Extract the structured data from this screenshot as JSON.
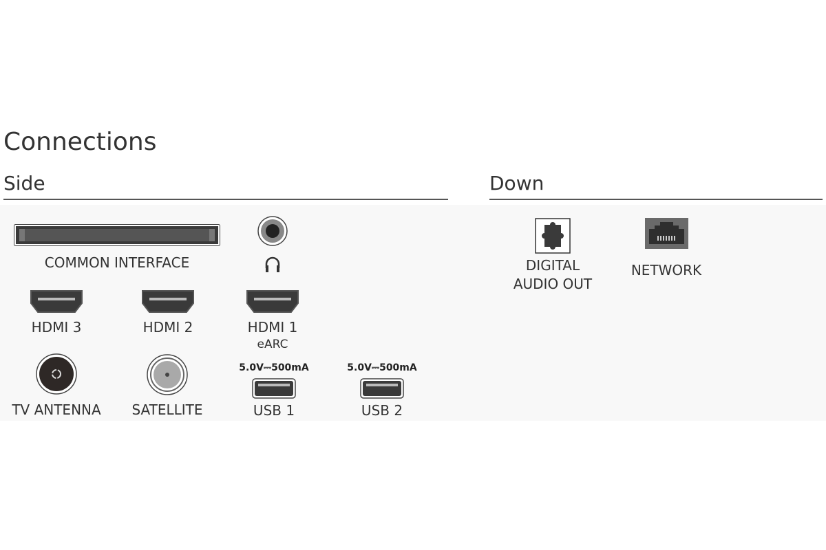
{
  "title": "Connections",
  "sections": {
    "side": "Side",
    "down": "Down"
  },
  "side_ports": {
    "common_interface": "COMMON INTERFACE",
    "hdmi3": "HDMI 3",
    "hdmi2": "HDMI 2",
    "hdmi1": "HDMI 1",
    "hdmi1_sub": "eARC",
    "tv_antenna": "TV ANTENNA",
    "satellite": "SATELLITE",
    "usb1": "USB 1",
    "usb2": "USB 2",
    "usb1_rating": "5.0V⎓500mA",
    "usb2_rating": "5.0V⎓500mA"
  },
  "down_ports": {
    "digital_audio_line1": "DIGITAL",
    "digital_audio_line2": "AUDIO OUT",
    "network": "NETWORK"
  },
  "icons": [
    "ci-slot-icon",
    "headphone-jack-icon",
    "headphone-icon",
    "hdmi-port-icon",
    "antenna-port-icon",
    "satellite-port-icon",
    "usb-port-icon",
    "optical-port-icon",
    "ethernet-port-icon"
  ]
}
